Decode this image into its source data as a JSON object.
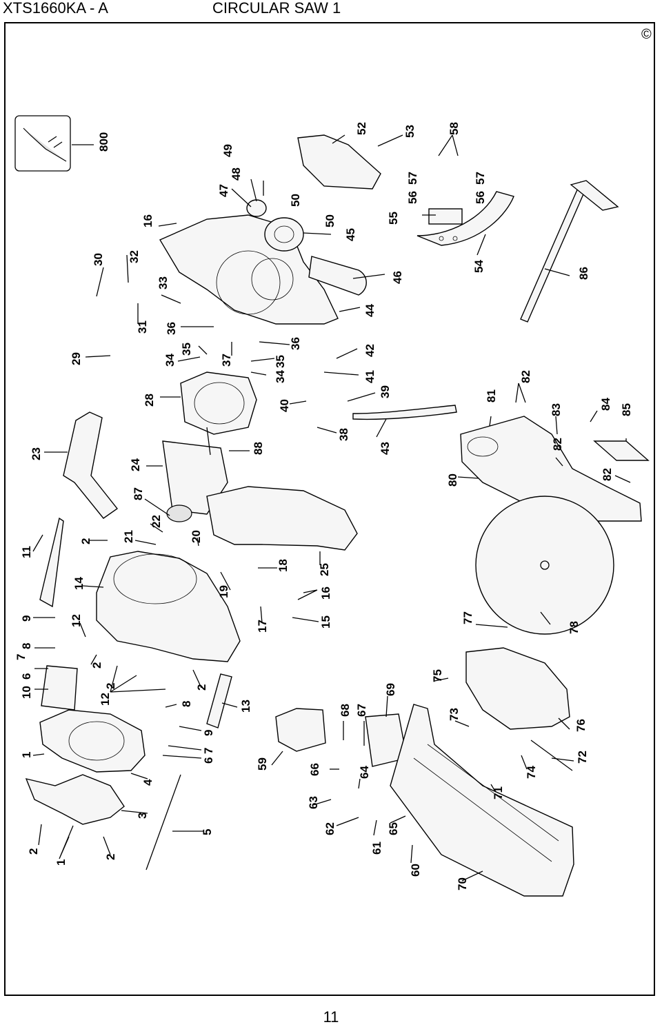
{
  "header": {
    "model": "XTS1660KA - A",
    "title": "CIRCULAR SAW 1",
    "copyright": "©"
  },
  "footer": {
    "page_number": "11"
  },
  "callouts": [
    "800",
    "52",
    "53",
    "58",
    "49",
    "48",
    "47",
    "50",
    "50",
    "57",
    "57",
    "56",
    "56",
    "55",
    "54",
    "86",
    "16",
    "45",
    "46",
    "44",
    "30",
    "32",
    "33",
    "31",
    "36",
    "35",
    "34",
    "37",
    "36",
    "35",
    "34",
    "42",
    "41",
    "39",
    "40",
    "38",
    "43",
    "29",
    "28",
    "88",
    "81",
    "82",
    "83",
    "84",
    "85",
    "82",
    "80",
    "82",
    "23",
    "24",
    "87",
    "22",
    "21",
    "20",
    "18",
    "25",
    "19",
    "16",
    "15",
    "17",
    "11",
    "2",
    "14",
    "9",
    "12",
    "8",
    "7",
    "2",
    "6",
    "10",
    "2",
    "12",
    "2",
    "8",
    "9",
    "7",
    "6",
    "13",
    "1",
    "4",
    "3",
    "5",
    "2",
    "1",
    "2",
    "59",
    "68",
    "67",
    "69",
    "66",
    "64",
    "63",
    "62",
    "61",
    "65",
    "60",
    "75",
    "73",
    "77",
    "78",
    "76",
    "72",
    "74",
    "71",
    "70"
  ]
}
